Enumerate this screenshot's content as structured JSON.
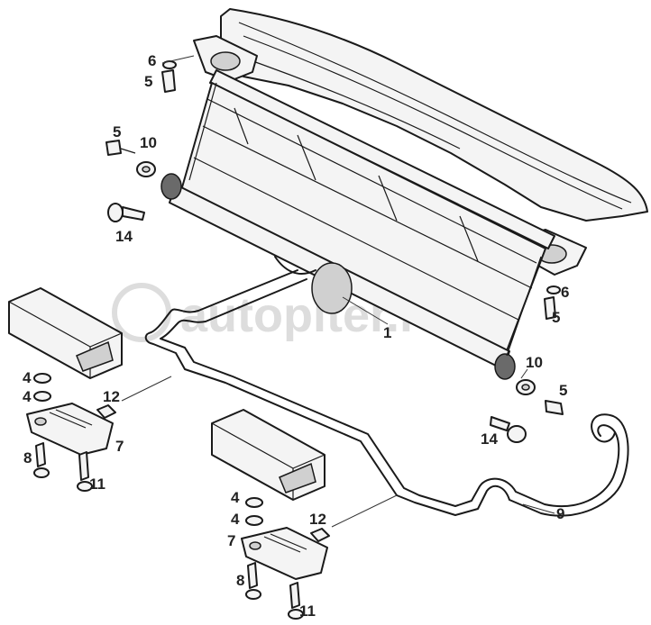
{
  "watermark": "autopiter.ru",
  "callouts": {
    "c1": "1",
    "c4a": "4",
    "c4b": "4",
    "c4c": "4",
    "c4d": "4",
    "c5a": "5",
    "c5b": "5",
    "c5c": "5",
    "c5d": "5",
    "c6a": "6",
    "c6b": "6",
    "c7a": "7",
    "c7b": "7",
    "c8a": "8",
    "c8b": "8",
    "c9": "9",
    "c10a": "10",
    "c10b": "10",
    "c11a": "11",
    "c11b": "11",
    "c12a": "12",
    "c12b": "12",
    "c14a": "14",
    "c14b": "14"
  }
}
